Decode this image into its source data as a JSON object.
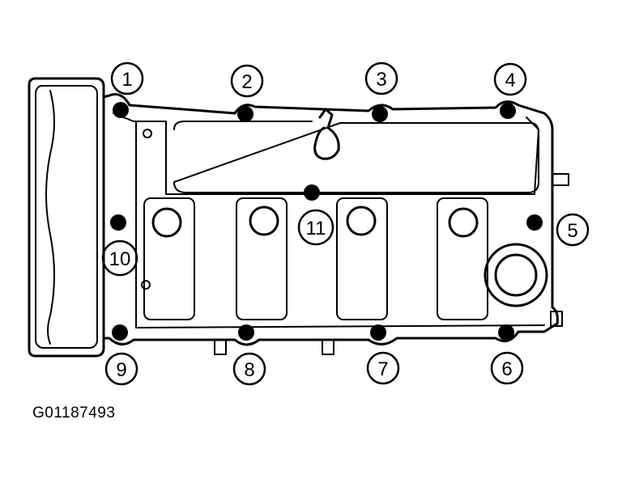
{
  "figure_id": "G01187493",
  "bolt_callouts": [
    {
      "label": "1"
    },
    {
      "label": "2"
    },
    {
      "label": "3"
    },
    {
      "label": "4"
    },
    {
      "label": "5"
    },
    {
      "label": "6"
    },
    {
      "label": "7"
    },
    {
      "label": "8"
    },
    {
      "label": "9"
    },
    {
      "label": "10"
    },
    {
      "label": "11"
    }
  ]
}
